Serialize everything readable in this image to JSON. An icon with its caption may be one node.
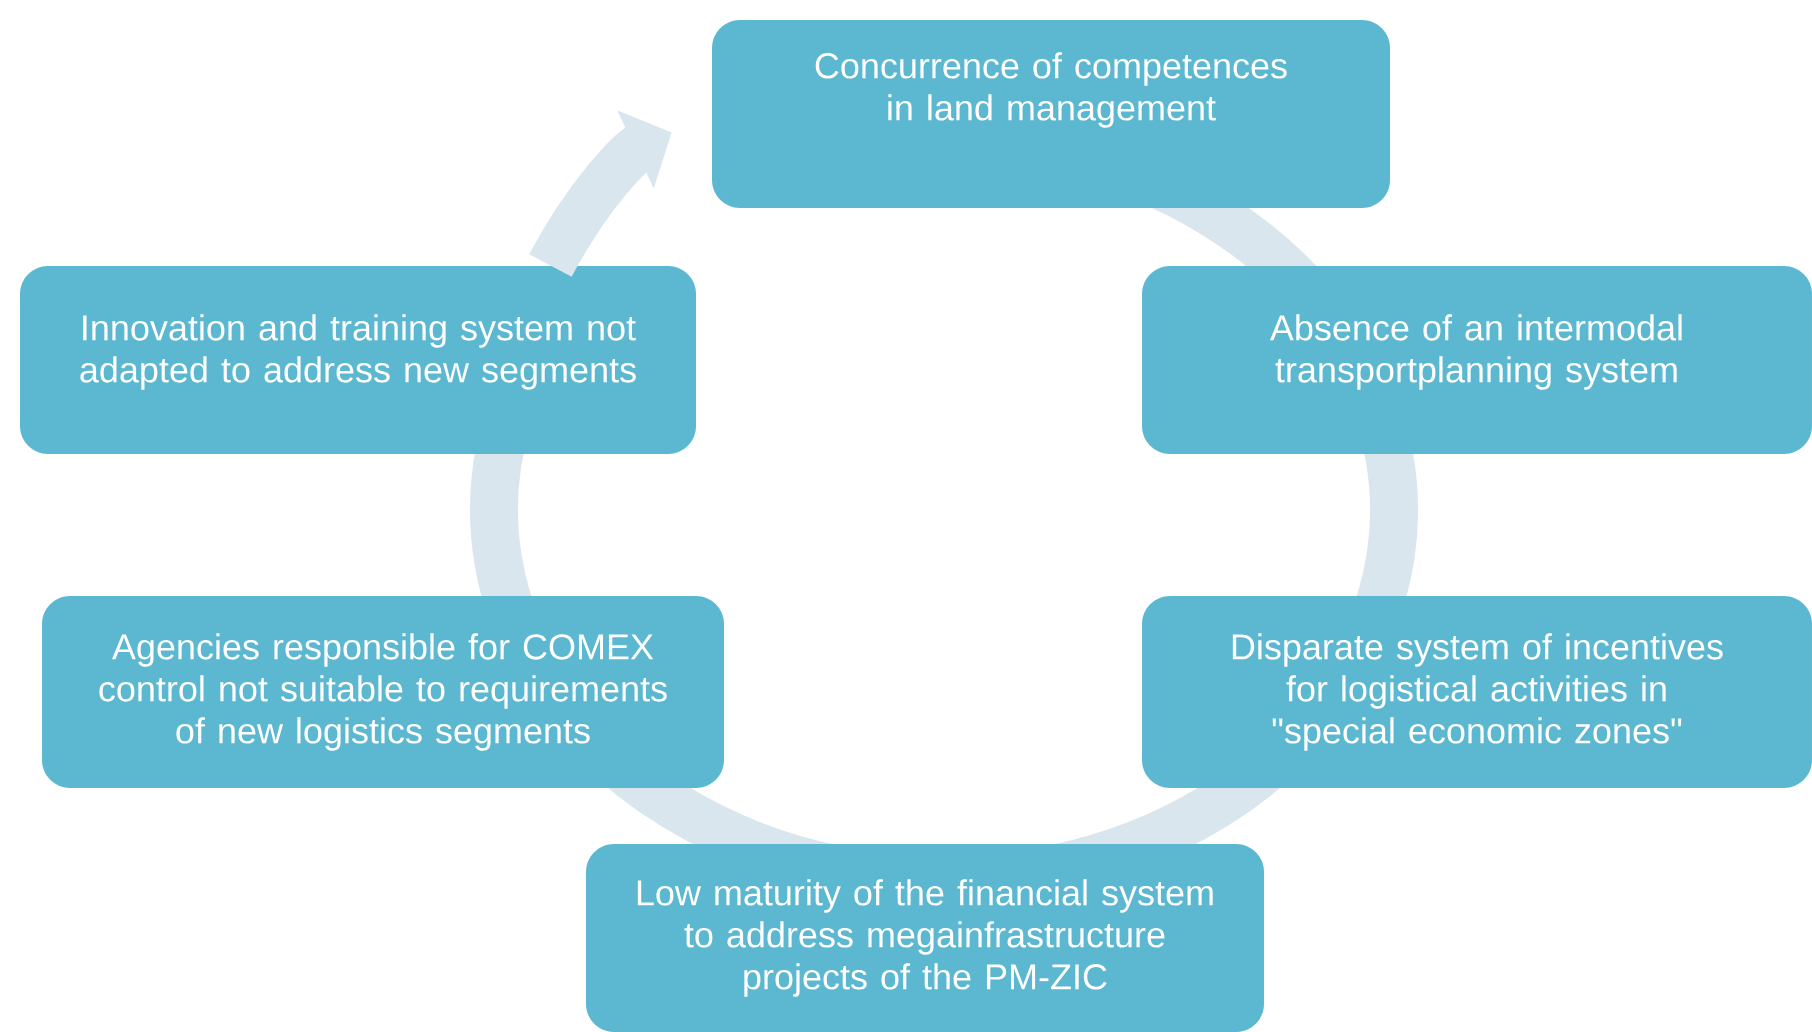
{
  "diagram": {
    "nodes": [
      {
        "text": [
          "Concurrence of competences in land management"
        ]
      },
      {
        "text": [
          "Absence of an intermodal transportplanning system"
        ]
      },
      {
        "text": [
          "Disparate system of incentives for logistical activities in \"special economic zones\""
        ]
      },
      {
        "text": [
          "Low maturity of the financial system to address megainfrastructure projects of the PM-ZIC"
        ]
      },
      {
        "text": [
          "Agencies responsible for COMEX control not suitable to requirements of new logistics segments"
        ]
      },
      {
        "text": [
          "Innovation and training system not adapted to address new segments"
        ]
      }
    ],
    "edges": [
      {
        "from": 5,
        "to": 0,
        "arrow": "to"
      }
    ]
  }
}
